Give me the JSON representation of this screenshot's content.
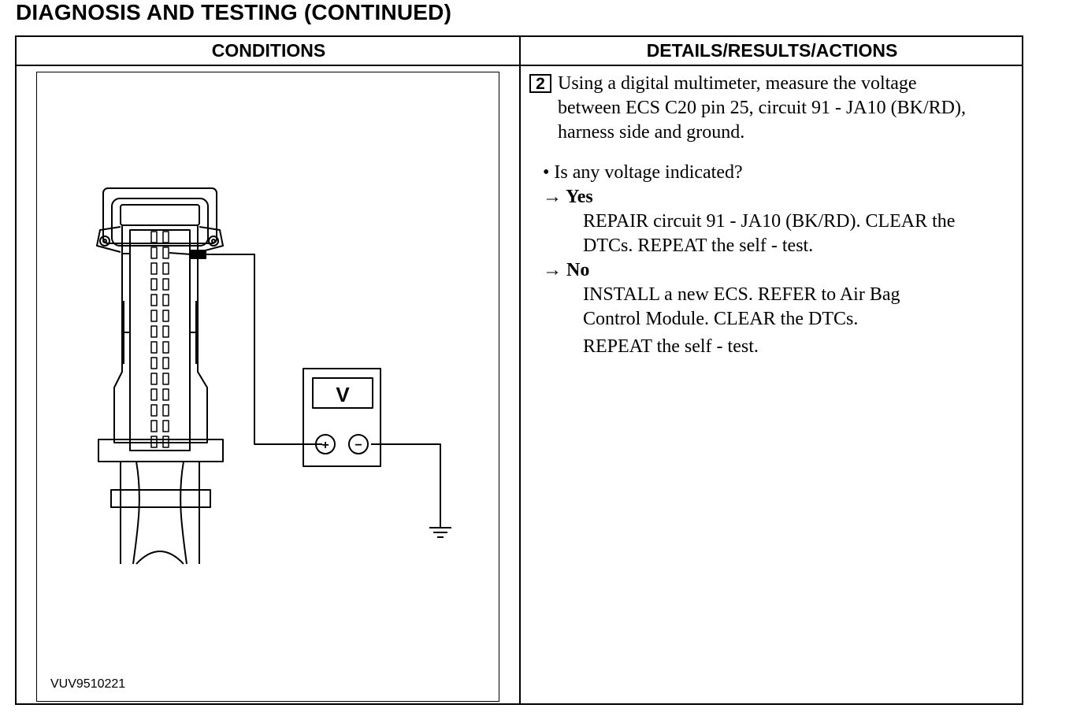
{
  "page": {
    "title": "DIAGNOSIS AND TESTING (CONTINUED)"
  },
  "table": {
    "conditions_header": "CONDITIONS",
    "details_header": "DETAILS/RESULTS/ACTIONS"
  },
  "figure": {
    "id": "VUV9510221",
    "meter_label": "V",
    "meter_plus": "+",
    "meter_minus": "−"
  },
  "step": {
    "number": "2",
    "instruction_lines": [
      "Using a digital multimeter, measure the voltage",
      "between ECS C20 pin 25, circuit 91 - JA10 (BK/RD),",
      "harness side and ground."
    ],
    "question": "• Is any voltage indicated?",
    "yes_label": "→ Yes",
    "yes_action_lines": [
      "REPAIR circuit 91 - JA10 (BK/RD). CLEAR the",
      "DTCs. REPEAT the self - test."
    ],
    "no_label": "→ No",
    "no_action_lines": [
      "INSTALL a new ECS.   REFER to Air Bag",
      "Control Module. CLEAR the DTCs.",
      "REPEAT the self - test."
    ]
  }
}
